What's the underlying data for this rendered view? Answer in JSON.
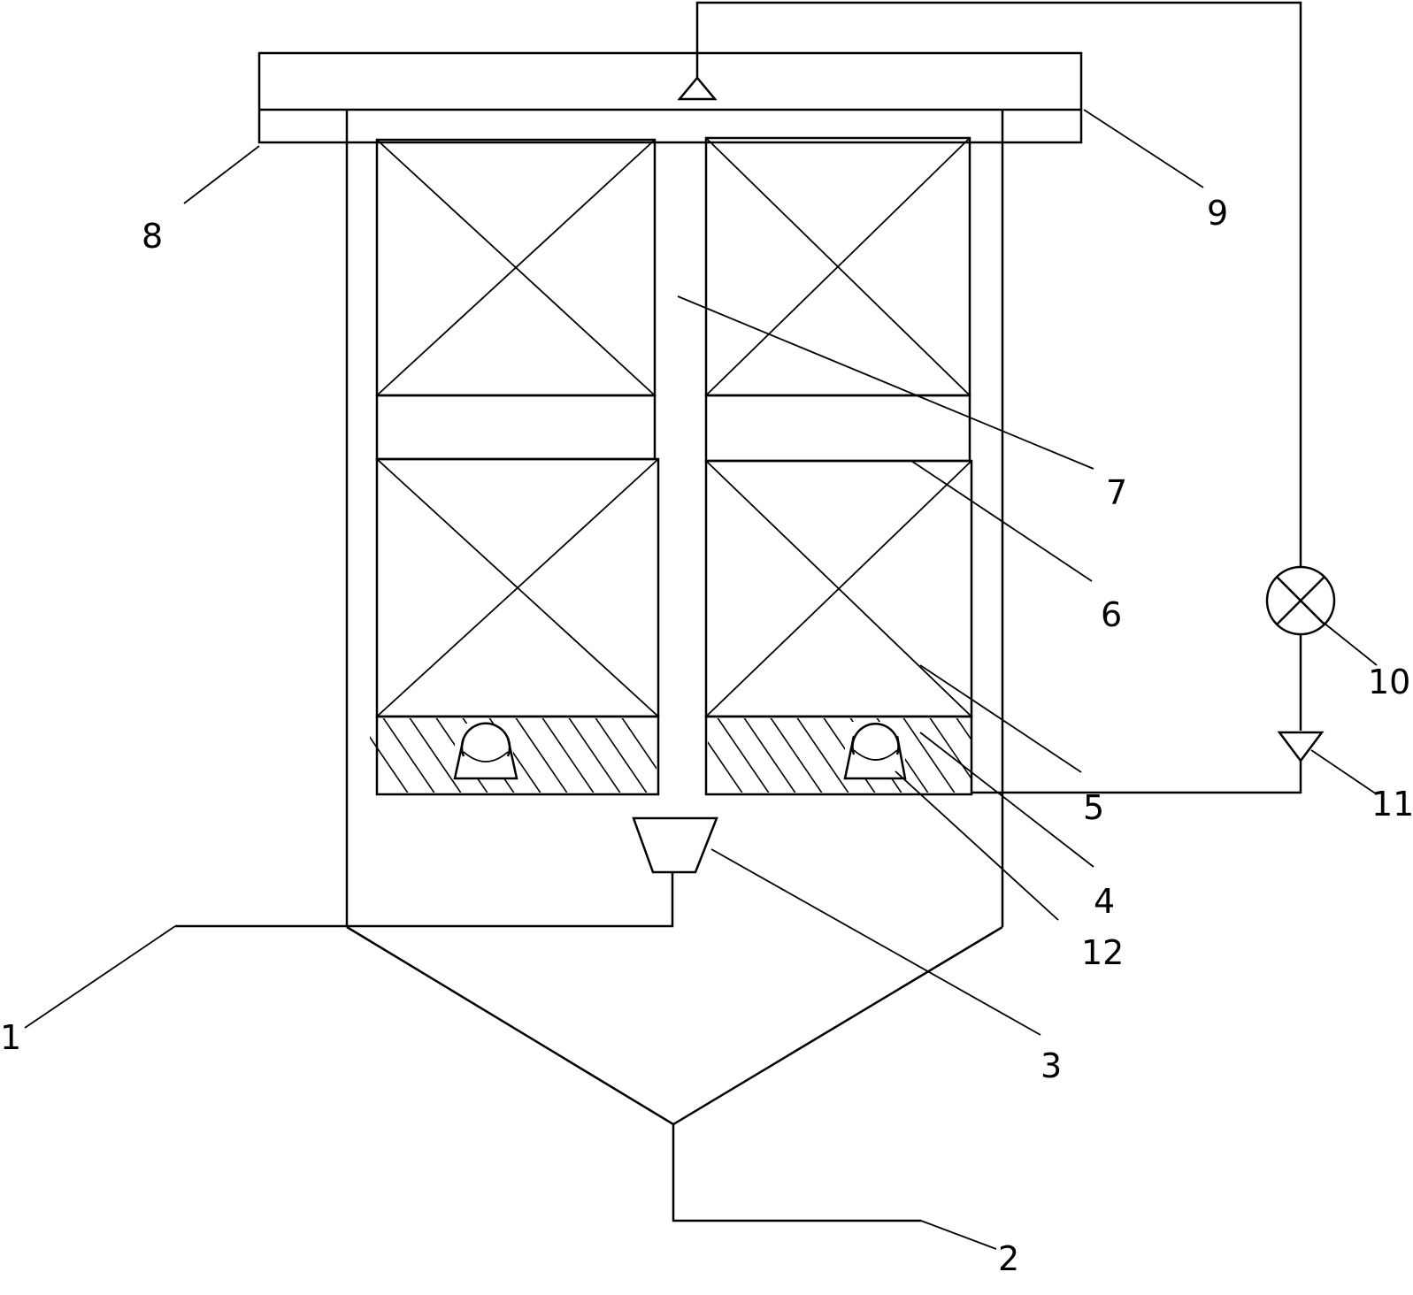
{
  "labels": {
    "l1": "1",
    "l2": "2",
    "l3": "3",
    "l4": "4",
    "l5": "5",
    "l6": "6",
    "l7": "7",
    "l8": "8",
    "l9": "9",
    "l10": "10",
    "l11": "11",
    "l12": "12"
  },
  "colors": {
    "stroke": "#000000",
    "background": "#ffffff"
  },
  "icons": {
    "pump": "circle-x-pump-icon",
    "nozzle": "spray-nozzle-icon",
    "valve": "check-valve-icon"
  }
}
